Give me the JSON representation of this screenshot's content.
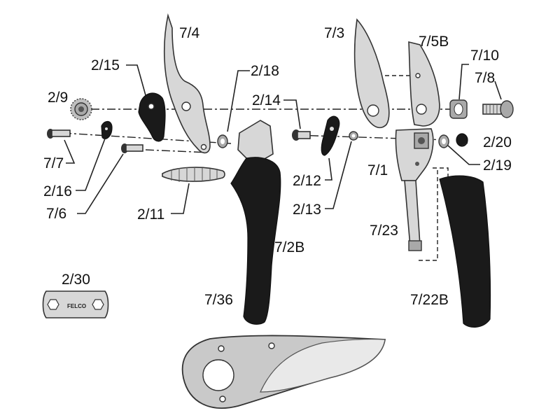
{
  "labels": {
    "l_7_4": "7/4",
    "l_2_15": "2/15",
    "l_2_18": "2/18",
    "l_2_9": "2/9",
    "l_2_14": "2/14",
    "l_7_7": "7/7",
    "l_2_16": "2/16",
    "l_7_6": "7/6",
    "l_2_11": "2/11",
    "l_2_12": "2/12",
    "l_2_13": "2/13",
    "l_7_3": "7/3",
    "l_7_5b": "7/5B",
    "l_7_10": "7/10",
    "l_7_8": "7/8",
    "l_2_20": "2/20",
    "l_2_19": "2/19",
    "l_7_1": "7/1",
    "l_7_23": "7/23",
    "l_7_2b": "7/2B",
    "l_7_36": "7/36",
    "l_7_22b": "7/22B",
    "l_2_30": "2/30"
  },
  "logo_text": "FELCO",
  "colors": {
    "handle": "#1a1a1a",
    "metal": "#d7d7d7",
    "outline": "#333333"
  }
}
